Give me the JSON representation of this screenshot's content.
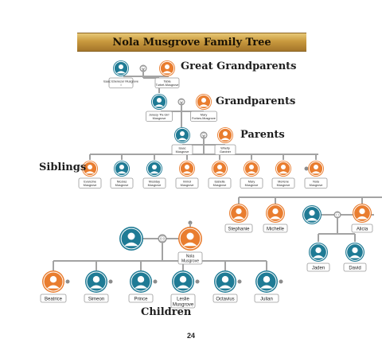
{
  "title": "Nola Musgrove Family Tree",
  "labels": {
    "great_grandparents": "Great Grandparents",
    "grandparents": "Grandparents",
    "parents": "Parents",
    "siblings": "Siblings",
    "children": "Children"
  },
  "page_number": "24",
  "colors": {
    "male": "#1f7b95",
    "female": "#e97d2f",
    "line": "#a3a3a3",
    "banner": "#c99a3e"
  },
  "people": [
    {
      "id": "ggf",
      "name": "Isaac Ebenezer Musgrove I",
      "gender": "male"
    },
    {
      "id": "ggm",
      "name": "Tabia Turbet-Musgrove",
      "gender": "female"
    },
    {
      "id": "gf",
      "name": "Jonesy 'Pa Gin' Musgrove",
      "gender": "male"
    },
    {
      "id": "gm",
      "name": "Mary Forbes-Musgrove",
      "gender": "female"
    },
    {
      "id": "father",
      "name": "Isaac Musgrove",
      "gender": "male"
    },
    {
      "id": "mother",
      "name": "Whelty Gardner",
      "gender": "female"
    },
    {
      "id": "s1",
      "name": "Evanzine Musgrove",
      "gender": "female"
    },
    {
      "id": "s2",
      "name": "Nicolas Musgrove",
      "gender": "male"
    },
    {
      "id": "s3",
      "name": "Mosiday Musgrove",
      "gender": "male"
    },
    {
      "id": "s4",
      "name": "Immol Musgrove",
      "gender": "female"
    },
    {
      "id": "s5",
      "name": "Isabella Musgrove",
      "gender": "female"
    },
    {
      "id": "s6",
      "name": "Mary Musgrove",
      "gender": "female"
    },
    {
      "id": "s7",
      "name": "Morlene Musgrove",
      "gender": "female"
    },
    {
      "id": "s8",
      "name": "Nola Musgrove",
      "gender": "female"
    },
    {
      "id": "stephanie",
      "name": "Stephanie",
      "gender": "female"
    },
    {
      "id": "michelle",
      "name": "Michelle",
      "gender": "female"
    },
    {
      "id": "spouse2",
      "name": "",
      "gender": "male"
    },
    {
      "id": "alicia",
      "name": "Alicia",
      "gender": "female"
    },
    {
      "id": "jaden",
      "name": "Jaden",
      "gender": "male"
    },
    {
      "id": "david",
      "name": "David",
      "gender": "male"
    },
    {
      "id": "husband",
      "name": "",
      "gender": "male"
    },
    {
      "id": "nola",
      "name": "Nola Musgrove",
      "gender": "female"
    },
    {
      "id": "c1",
      "name": "Beatrice",
      "gender": "female"
    },
    {
      "id": "c2",
      "name": "Simeon",
      "gender": "male"
    },
    {
      "id": "c3",
      "name": "Prince",
      "gender": "male"
    },
    {
      "id": "c4",
      "name": "Leslie Musgrove",
      "gender": "male"
    },
    {
      "id": "c5",
      "name": "Octavius",
      "gender": "male"
    },
    {
      "id": "c6",
      "name": "Julian",
      "gender": "male"
    }
  ]
}
